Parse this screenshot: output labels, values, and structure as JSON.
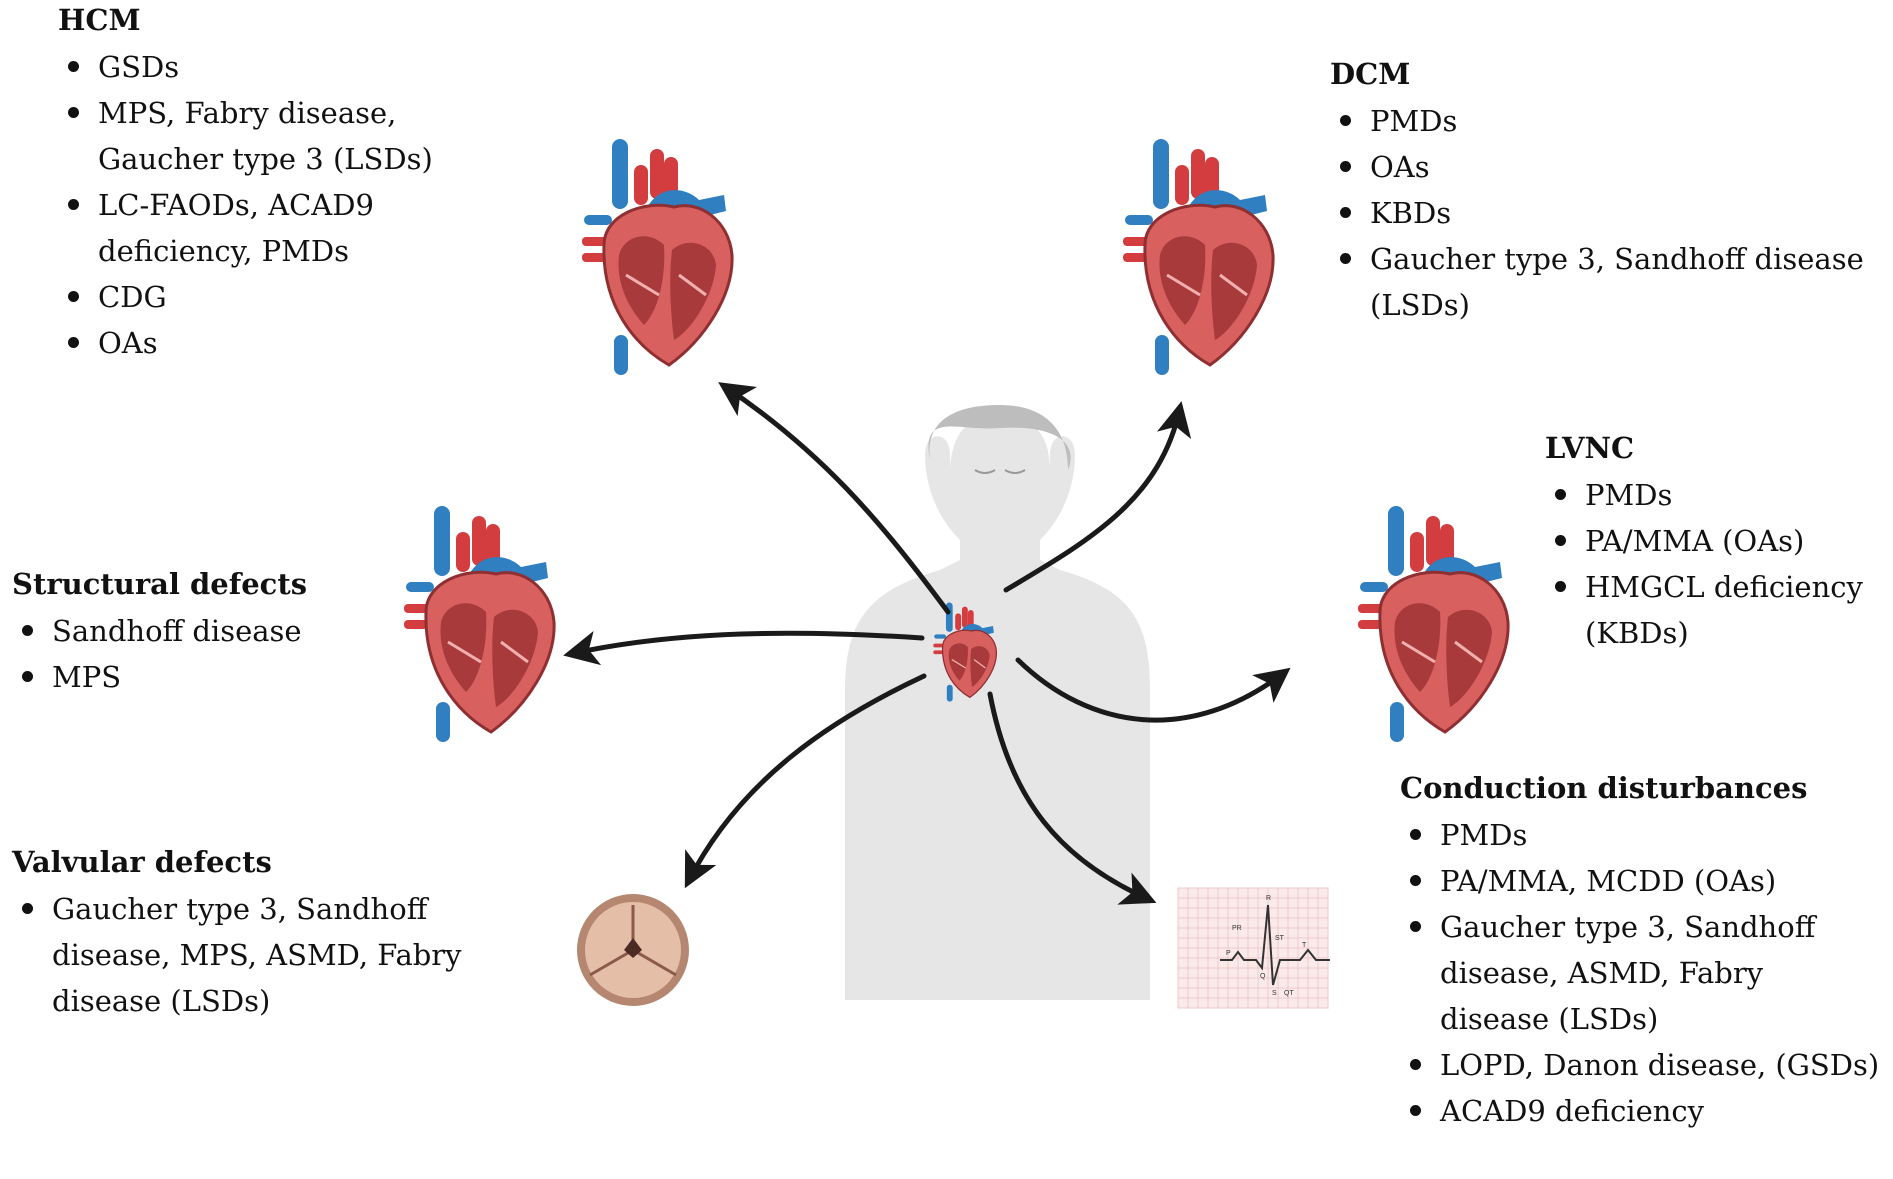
{
  "groups": [
    {
      "title": "HCM",
      "items": [
        "GSDs",
        "MPS, Fabry disease, Gaucher type 3 (LSDs)",
        "LC-FAODs, ACAD9 deficiency, PMDs",
        "CDG",
        "OAs"
      ]
    },
    {
      "title": "DCM",
      "items": [
        "PMDs",
        "OAs",
        "KBDs",
        "Gaucher type 3, Sandhoff disease (LSDs)"
      ]
    },
    {
      "title": "LVNC",
      "items": [
        "PMDs",
        "PA/MMA (OAs)",
        "HMGCL deficiency (KBDs)"
      ]
    },
    {
      "title": "Structural defects",
      "items": [
        "Sandhoff disease",
        "MPS"
      ]
    },
    {
      "title": "Valvular defects",
      "items": [
        "Gaucher type 3, Sandhoff disease, MPS, ASMD, Fabry disease (LSDs)"
      ]
    },
    {
      "title": "Conduction disturbances",
      "items": [
        "PMDs",
        "PA/MMA, MCDD (OAs)",
        "Gaucher type 3, Sandhoff disease, ASMD, Fabry disease (LSDs)",
        "LOPD, Danon disease, (GSDs)",
        "ACAD9 deficiency"
      ]
    }
  ],
  "ecg": {
    "labels": [
      "R",
      "PR",
      "ST",
      "P",
      "T",
      "Q",
      "S",
      "QT"
    ]
  },
  "colors": {
    "artery": "#2f7fc1",
    "aorta": "#d33d3f",
    "myocardium": "#d8615f",
    "chamber": "#a83a3c",
    "skin": "#e6e6e6",
    "arrow": "#1a1a1a"
  }
}
